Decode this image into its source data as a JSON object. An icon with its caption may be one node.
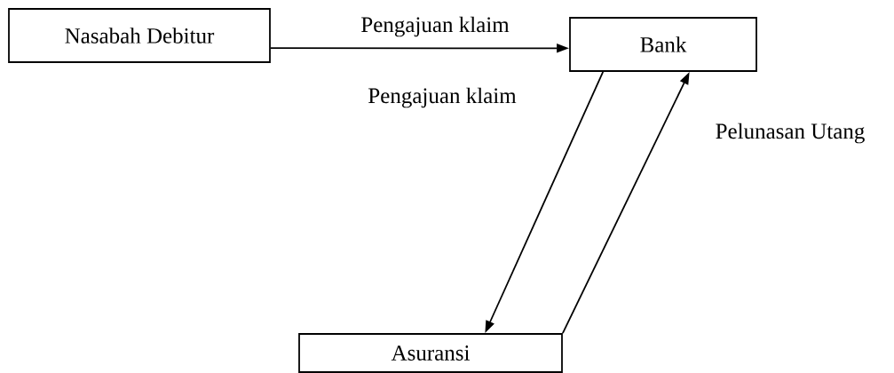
{
  "diagram": {
    "nodes": [
      {
        "text": [
          "Nasabah Debitur"
        ]
      },
      {
        "text": [
          "Bank"
        ]
      },
      {
        "text": [
          "Asuransi"
        ]
      }
    ],
    "edges": [
      {
        "from": 0,
        "to": 1,
        "arrow": "to",
        "label": "Pengajuan klaim"
      },
      {
        "from": 1,
        "to": 2,
        "arrow": "to",
        "label": "Pengajuan klaim"
      },
      {
        "from": 2,
        "to": 1,
        "arrow": "to",
        "label": "Pelunasan Utang"
      }
    ]
  }
}
